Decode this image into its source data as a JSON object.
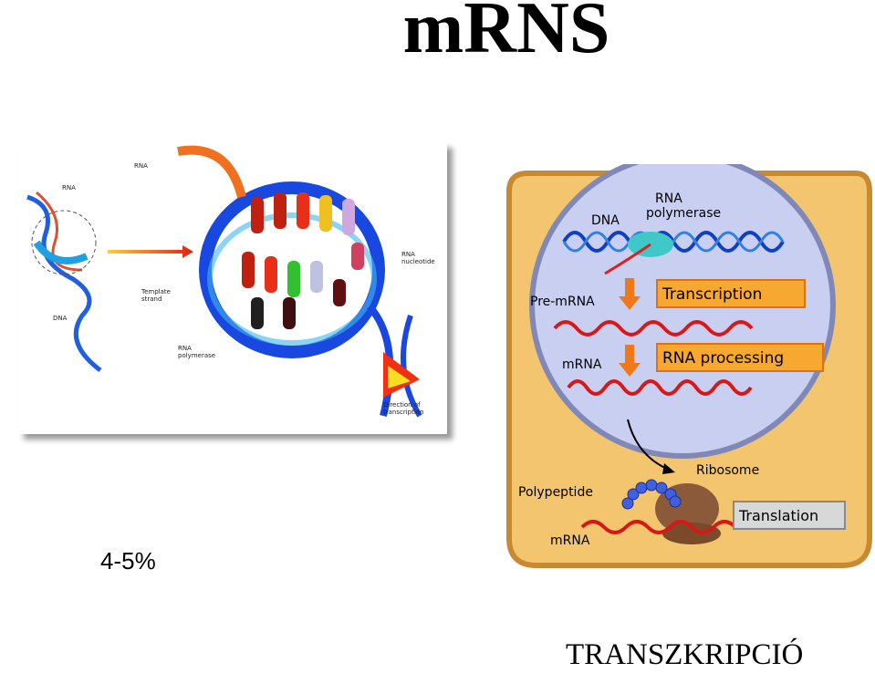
{
  "slide": {
    "title": "mRNS",
    "percentage": "4-5%",
    "footer": "TRANSZKRIPCIÓ"
  },
  "left_figure": {
    "labels": {
      "rna_small": "RNA",
      "dna": "DNA",
      "rna_top": "RNA",
      "template_strand_1": "Template",
      "template_strand_2": "strand",
      "rna_polymerase_1": "RNA",
      "rna_polymerase_2": "polymerase",
      "rna_nucleotide_1": "RNA",
      "rna_nucleotide_2": "nucleotide",
      "direction_1": "Direction of",
      "direction_2": "transcription"
    }
  },
  "right_figure": {
    "labels": {
      "dna": "DNA",
      "rna_polymerase_1": "RNA",
      "rna_polymerase_2": "polymerase",
      "pre_mrna": "Pre-mRNA",
      "mrna_nucleus": "mRNA",
      "ribosome": "Ribosome",
      "polypeptide": "Polypeptide",
      "mrna_cytoplasm": "mRNA"
    },
    "steps": {
      "transcription": "Transcription",
      "rna_processing": "RNA processing",
      "translation": "Translation"
    }
  }
}
